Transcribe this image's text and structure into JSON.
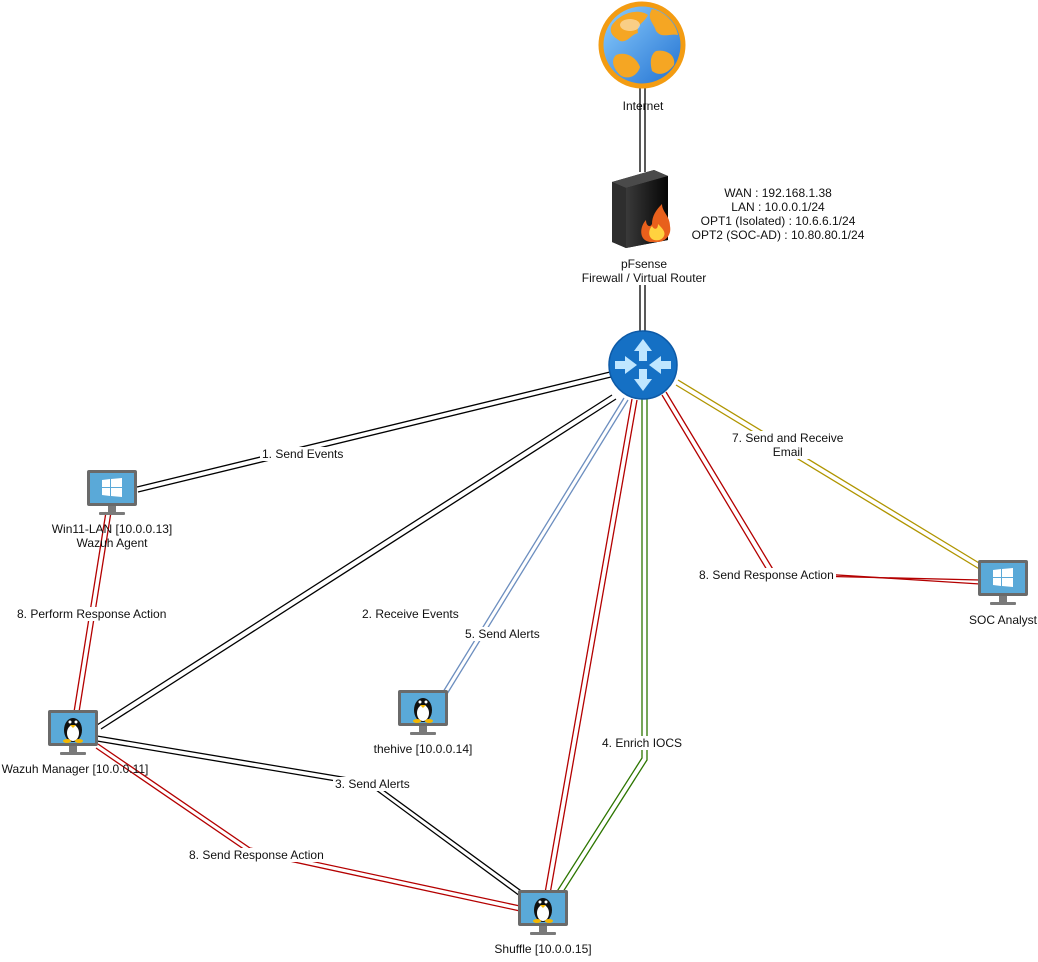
{
  "colors": {
    "black_link": "#000000",
    "red_link": "#b40000",
    "blue_link": "#6c8ebf",
    "green_link": "#2d7600",
    "gold_link": "#b09500",
    "router_blue": "#1570c4",
    "monitor_blue": "#5aa9d8"
  },
  "nodes": {
    "internet": {
      "icon": "globe-icon",
      "label": "Internet"
    },
    "firewall": {
      "icon": "firewall-icon",
      "label_line1": "pFsense",
      "label_line2": "Firewall / Virtual Router"
    },
    "router": {
      "icon": "router-icon"
    },
    "win11": {
      "icon": "windows-monitor-icon",
      "label_line1": "Win11-LAN [10.0.0.13]",
      "label_line2": "Wazuh Agent"
    },
    "wazuh_manager": {
      "icon": "linux-monitor-icon",
      "label": "Wazuh Manager [10.0.0.11]"
    },
    "thehive": {
      "icon": "linux-monitor-icon",
      "label": "thehive [10.0.0.14]"
    },
    "shuffle": {
      "icon": "linux-monitor-icon",
      "label": "Shuffle [10.0.0.15]"
    },
    "soc_analyst": {
      "icon": "windows-monitor-icon",
      "label": "SOC Analyst"
    }
  },
  "firewall_info": {
    "wan": "WAN : 192.168.1.38",
    "lan": "LAN : 10.0.0.1/24",
    "opt1": "OPT1 (Isolated) : 10.6.6.1/24",
    "opt2": "OPT2 (SOC-AD) : 10.80.80.1/24"
  },
  "edges": {
    "send_events": "1. Send Events",
    "receive_events": "2. Receive Events",
    "send_alerts_3": "3. Send Alerts",
    "enrich_iocs": "4. Enrich IOCS",
    "send_alerts_5": "5. Send Alerts",
    "send_receive_email_line1": "7. Send and Receive",
    "send_receive_email_line2": "Email",
    "send_response_action_analyst": "8. Send Response Action",
    "perform_response_action": "8. Perform Response Action",
    "send_response_action_manager": "8. Send Response Action"
  }
}
